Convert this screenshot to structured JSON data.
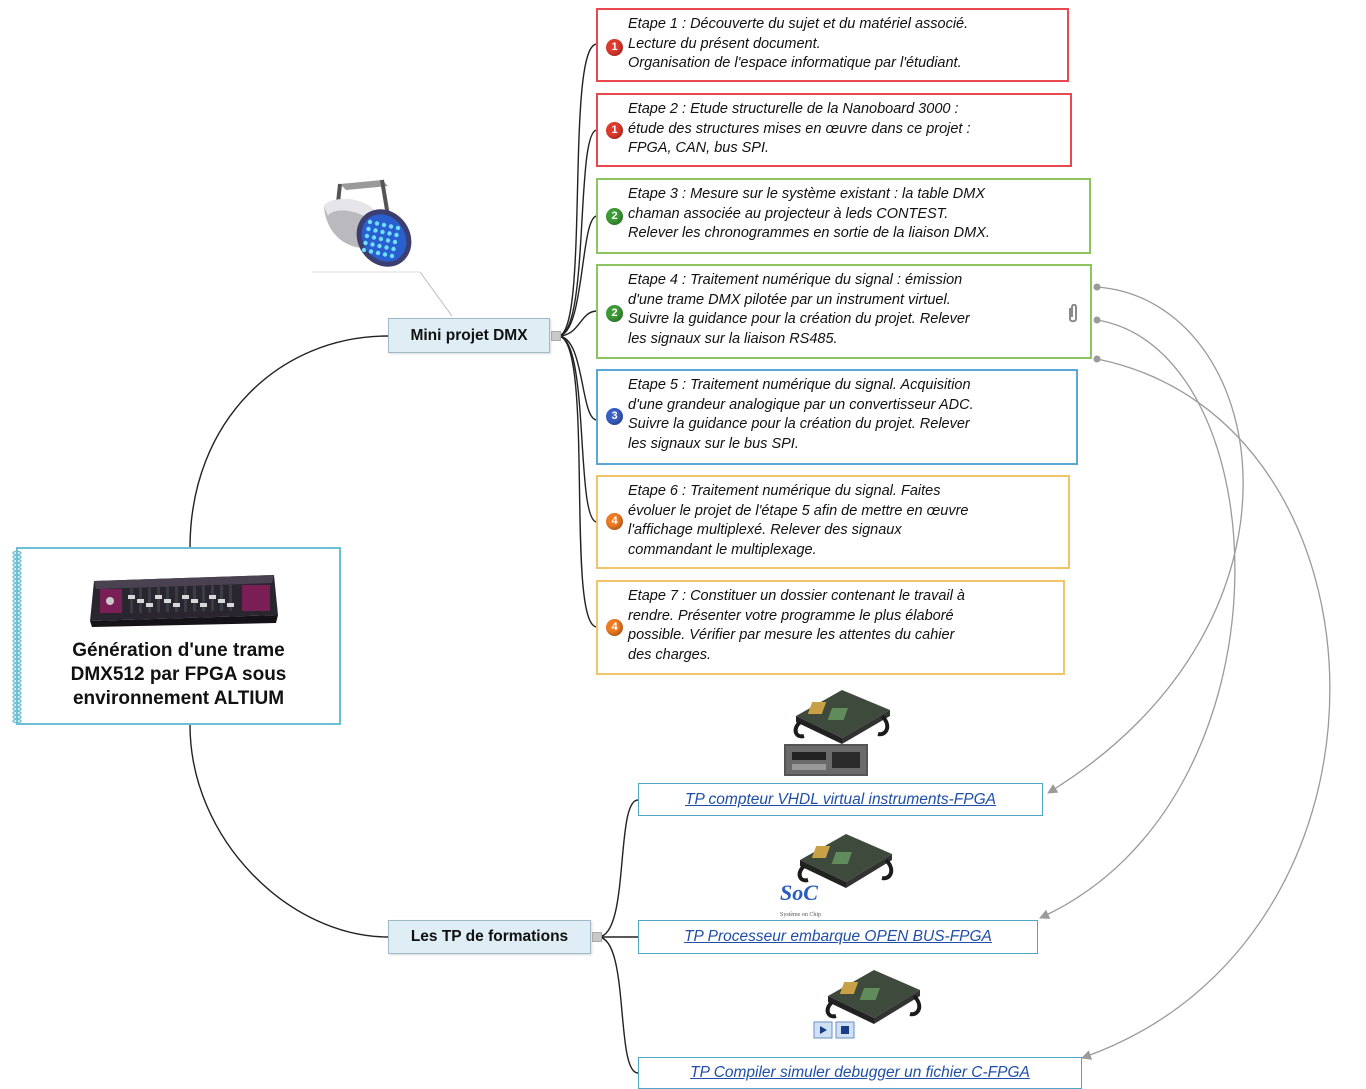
{
  "central": {
    "title_lines": [
      "Génération d'une trame",
      "DMX512 par FPGA sous",
      "environnement ALTIUM"
    ],
    "image_icon": "dmx-controller-icon"
  },
  "branches": {
    "mini_projet": {
      "label": "Mini projet  DMX",
      "image_icon": "led-projector-icon"
    },
    "tp_formations": {
      "label": "Les TP de formations"
    }
  },
  "steps": [
    {
      "priority": "1",
      "priority_color": "#e03a2f",
      "border_color": "#e8484e",
      "lines": [
        "Etape 1 : Découverte du sujet et du matériel associé.",
        "Lecture du présent document.",
        "Organisation de l'espace informatique par l'étudiant."
      ]
    },
    {
      "priority": "1",
      "priority_color": "#e03a2f",
      "border_color": "#e8484e",
      "lines": [
        "Etape 2 : Etude structurelle de la Nanoboard 3000 :",
        "étude des structures mises en œuvre dans ce projet :",
        "FPGA, CAN, bus SPI."
      ]
    },
    {
      "priority": "2",
      "priority_color": "#3d9b36",
      "border_color": "#8cc55f",
      "lines": [
        "Etape 3 : Mesure sur le système existant : la table DMX",
        "chaman associée au projecteur à leds CONTEST.",
        "Relever les chronogrammes en sortie de la liaison DMX."
      ]
    },
    {
      "priority": "2",
      "priority_color": "#3d9b36",
      "border_color": "#8cc55f",
      "lines": [
        "Etape 4 : Traitement numérique du signal : émission",
        "d'une trame DMX pilotée par un instrument virtuel.",
        "Suivre la guidance pour la création du projet. Relever",
        "les signaux sur la liaison RS485."
      ],
      "attachment_icon": "paperclip-icon"
    },
    {
      "priority": "3",
      "priority_color": "#3a5fc4",
      "border_color": "#5ba8d6",
      "lines": [
        "Etape 5 : Traitement numérique du signal. Acquisition",
        "d'une grandeur analogique par un convertisseur ADC.",
        "Suivre la guidance pour la création du projet. Relever",
        "les signaux sur le bus SPI."
      ]
    },
    {
      "priority": "4",
      "priority_color": "#ee7a22",
      "border_color": "#f2c46a",
      "lines": [
        "Etape 6 : Traitement numérique du signal. Faites",
        "évoluer le projet de l'étape 5 afin de mettre en œuvre",
        "l'affichage multiplexé. Relever des signaux",
        "commandant le multiplexage."
      ]
    },
    {
      "priority": "4",
      "priority_color": "#ee7a22",
      "border_color": "#f2c46a",
      "lines": [
        "Etape 7 : Constituer un dossier contenant le travail à",
        "rendre. Présenter votre programme le plus élaboré",
        "possible. Vérifier par mesure les attentes du cahier",
        "des charges."
      ]
    }
  ],
  "tps": [
    {
      "label": "TP  compteur  VHDL  virtual  instruments-FPGA",
      "image_icon": "nanoboard-with-instrument-icon"
    },
    {
      "label": "TP  Processeur  embarque  OPEN  BUS-FPGA",
      "image_icon": "nanoboard-soc-icon",
      "soc_text": "SoC",
      "soc_caption": "Système on Chip"
    },
    {
      "label": "TP  Compiler  simuler  debugger  un  fichier  C-FPGA",
      "image_icon": "nanoboard-debug-icon"
    }
  ],
  "colors": {
    "branch_bg": "#dfeef5",
    "link_color": "#1f4ea8",
    "central_border": "#6cc0d3",
    "relation_arrow": "#9a9a9a"
  }
}
